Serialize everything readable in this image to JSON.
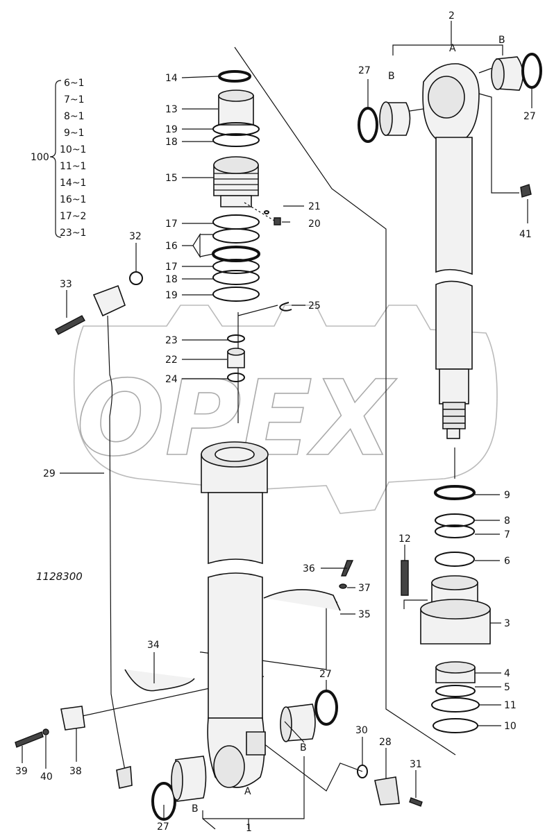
{
  "diagram_code": "1128300",
  "watermark": "OPEX",
  "kit": {
    "number": "100",
    "items": [
      "6~1",
      "7~1",
      "8~1",
      "9~1",
      "10~1",
      "11~1",
      "14~1",
      "16~1",
      "17~2",
      "23~1"
    ]
  },
  "callouts": [
    {
      "id": "c-2",
      "label": "2"
    },
    {
      "id": "c-A-top",
      "label": "A"
    },
    {
      "id": "c-B-top-left",
      "label": "B"
    },
    {
      "id": "c-B-top-right",
      "label": "B"
    },
    {
      "id": "c-27-top-left",
      "label": "27"
    },
    {
      "id": "c-27-top-right",
      "label": "27"
    },
    {
      "id": "c-41",
      "label": "41"
    },
    {
      "id": "c-14",
      "label": "14"
    },
    {
      "id": "c-13",
      "label": "13"
    },
    {
      "id": "c-19-top",
      "label": "19"
    },
    {
      "id": "c-18-top",
      "label": "18"
    },
    {
      "id": "c-15",
      "label": "15"
    },
    {
      "id": "c-21",
      "label": "21"
    },
    {
      "id": "c-20",
      "label": "20"
    },
    {
      "id": "c-17-top",
      "label": "17"
    },
    {
      "id": "c-16",
      "label": "16"
    },
    {
      "id": "c-17-mid",
      "label": "17"
    },
    {
      "id": "c-18-mid",
      "label": "18"
    },
    {
      "id": "c-19-mid",
      "label": "19"
    },
    {
      "id": "c-25",
      "label": "25"
    },
    {
      "id": "c-23",
      "label": "23"
    },
    {
      "id": "c-22",
      "label": "22"
    },
    {
      "id": "c-24",
      "label": "24"
    },
    {
      "id": "c-32",
      "label": "32"
    },
    {
      "id": "c-33",
      "label": "33"
    },
    {
      "id": "c-29",
      "label": "29"
    },
    {
      "id": "c-9",
      "label": "9"
    },
    {
      "id": "c-8",
      "label": "8"
    },
    {
      "id": "c-7",
      "label": "7"
    },
    {
      "id": "c-6",
      "label": "6"
    },
    {
      "id": "c-12",
      "label": "12"
    },
    {
      "id": "c-3",
      "label": "3"
    },
    {
      "id": "c-4",
      "label": "4"
    },
    {
      "id": "c-5",
      "label": "5"
    },
    {
      "id": "c-11",
      "label": "11"
    },
    {
      "id": "c-10",
      "label": "10"
    },
    {
      "id": "c-36",
      "label": "36"
    },
    {
      "id": "c-37",
      "label": "37"
    },
    {
      "id": "c-35",
      "label": "35"
    },
    {
      "id": "c-34",
      "label": "34"
    },
    {
      "id": "c-27-bottom-right",
      "label": "27"
    },
    {
      "id": "c-30",
      "label": "30"
    },
    {
      "id": "c-28",
      "label": "28"
    },
    {
      "id": "c-31",
      "label": "31"
    },
    {
      "id": "c-B-bottom-right",
      "label": "B"
    },
    {
      "id": "c-A-bottom",
      "label": "A"
    },
    {
      "id": "c-B-bottom-left",
      "label": "B"
    },
    {
      "id": "c-27-bottom-left",
      "label": "27"
    },
    {
      "id": "c-1",
      "label": "1"
    },
    {
      "id": "c-38",
      "label": "38"
    },
    {
      "id": "c-39",
      "label": "39"
    },
    {
      "id": "c-40",
      "label": "40"
    }
  ]
}
